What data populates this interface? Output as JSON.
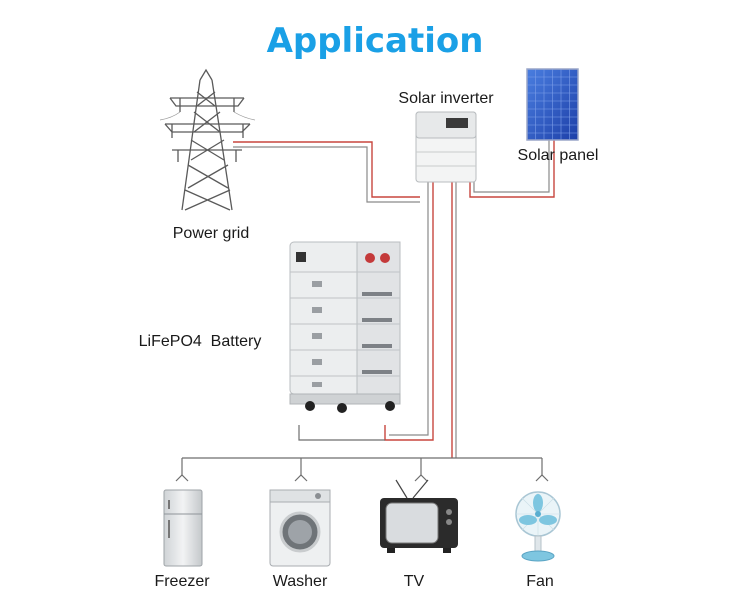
{
  "title": "Application",
  "colors": {
    "title": "#1aa0e6",
    "wire_red": "#c8463e",
    "wire_grey": "#8a8a8a",
    "panel_blue": "#2f5fd0"
  },
  "components": {
    "power_grid": {
      "label": "Power grid",
      "icon": "transmission-tower-icon"
    },
    "solar_inverter": {
      "label": "Solar inverter",
      "icon": "inverter-icon"
    },
    "solar_panel": {
      "label": "Solar panel",
      "icon": "solar-panel-icon"
    },
    "battery": {
      "label": "LiFePO4  Battery",
      "icon": "battery-stack-icon"
    }
  },
  "appliances": [
    {
      "label": "Freezer",
      "icon": "freezer-icon"
    },
    {
      "label": "Washer",
      "icon": "washer-icon"
    },
    {
      "label": "TV",
      "icon": "tv-icon"
    },
    {
      "label": "Fan",
      "icon": "fan-icon"
    }
  ]
}
